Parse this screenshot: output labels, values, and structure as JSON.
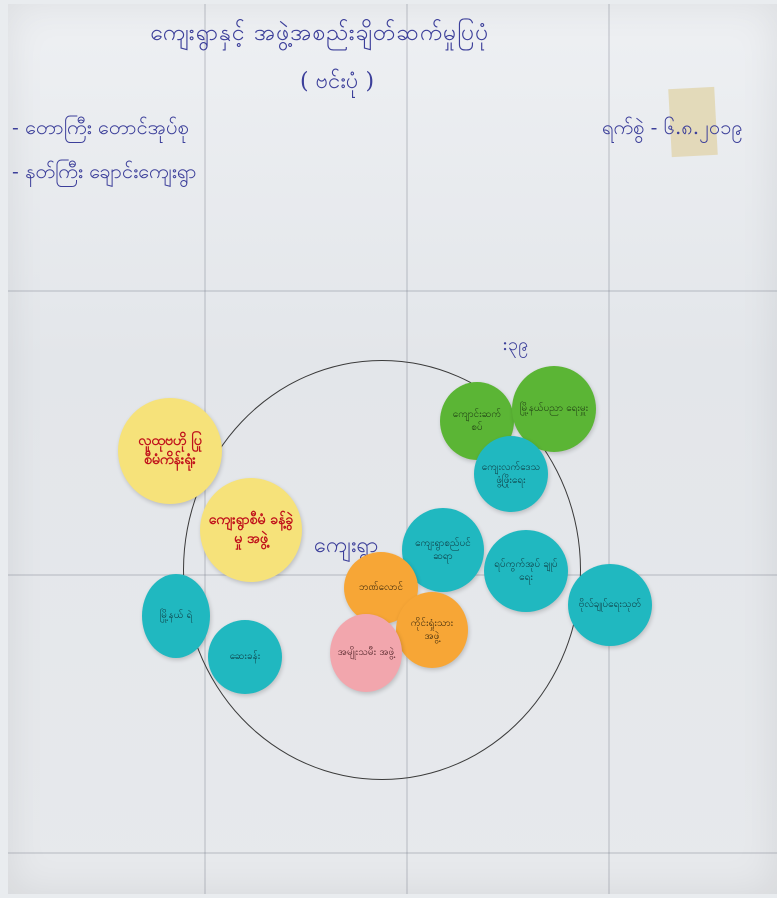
{
  "header": {
    "title": "ကျေးရွာနှင့် အဖွဲ့အစည်းချိတ်ဆက်မှုပြပုံ",
    "subtitle": "( ဗင်းပုံ )",
    "line1": "- တောကြီး တောင်အုပ်စု",
    "line2": "- နတ်ကြီး ချောင်းကျေးရွာ",
    "date": "ရက်စွဲ - ၆.၈.၂၀၁၉",
    "small_label": ":၃၉"
  },
  "center_label": "ကျေးရွာ",
  "notes": [
    {
      "id": "yellow-top",
      "color": "yellow",
      "text": "လူထုဗဟို ပြုစီမံကိန်းရုံး"
    },
    {
      "id": "yellow-mid",
      "color": "yellow",
      "text": "ကျေးရွာစီမံ ခန့်ခွဲမှု အဖွဲ့"
    },
    {
      "id": "green-1",
      "color": "green",
      "text": "ကျောင်းဆက် စပ်"
    },
    {
      "id": "green-2",
      "color": "green",
      "text": "မြို့နယ်ပညာ ရေးမှူး"
    },
    {
      "id": "teal-1",
      "color": "teal",
      "text": "ကျေးလက်ဒေသ ဖွံ့ဖြိုးရေး"
    },
    {
      "id": "teal-2",
      "color": "teal",
      "text": "ကျေးရွာစည်ပင် ဆရာ"
    },
    {
      "id": "teal-3",
      "color": "teal",
      "text": "ရပ်ကွက်အုပ် ချုပ်ရေး"
    },
    {
      "id": "teal-4",
      "color": "teal",
      "text": "ဗိုလ်ချုပ်ရေးသုတ်"
    },
    {
      "id": "teal-5",
      "color": "teal",
      "text": "မြို့နယ် ရဲ"
    },
    {
      "id": "teal-6",
      "color": "teal",
      "text": "ဆေးခန်း"
    },
    {
      "id": "orange-1",
      "color": "orange",
      "text": "ဘဏ်လောင်"
    },
    {
      "id": "orange-2",
      "color": "orange",
      "text": "ကိုင်းရှုံးသား အဖွဲ့"
    },
    {
      "id": "pink-1",
      "color": "pink",
      "text": "အမျိုးသမီး အဖွဲ့"
    }
  ]
}
